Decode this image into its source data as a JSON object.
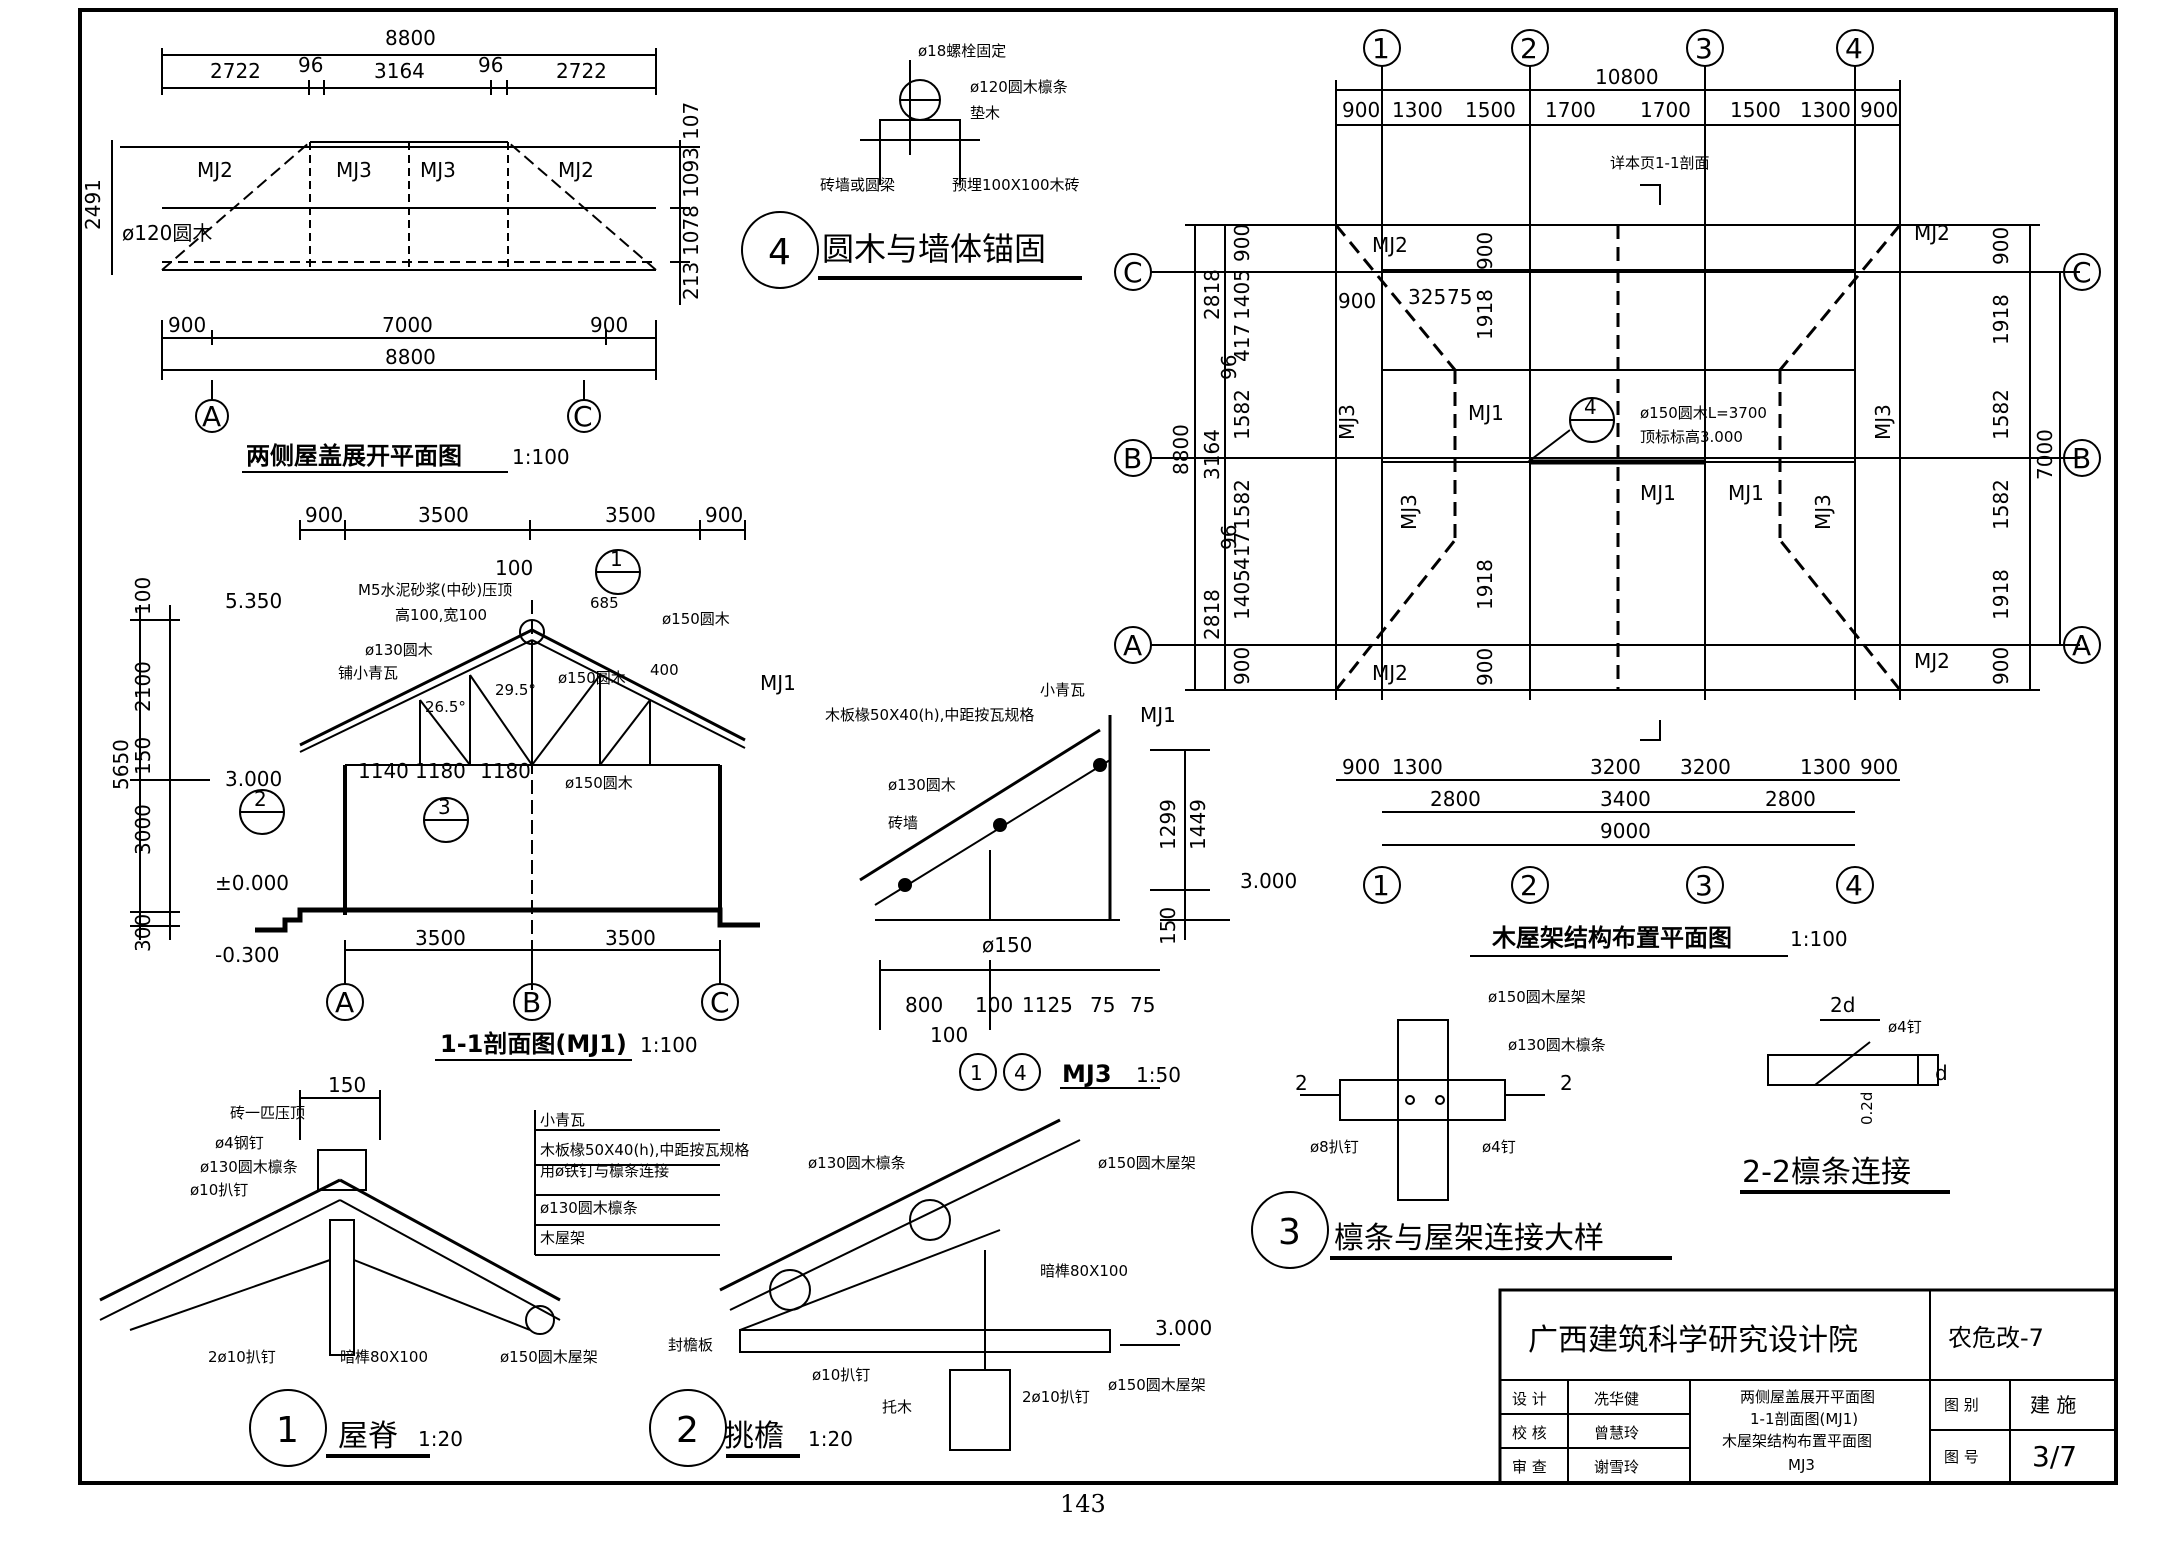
{
  "page_number": "143",
  "plan_top": {
    "dims_top": {
      "total": "8800",
      "a": "2722",
      "b": "96",
      "c": "3164",
      "d": "96",
      "e": "2722"
    },
    "labels": [
      "MJ2",
      "MJ3",
      "MJ3",
      "MJ2"
    ],
    "left_dim": "2491",
    "right_dims": [
      "107",
      "1093",
      "1078",
      "213"
    ],
    "pipe": "ø120圆木",
    "dims_bottom": {
      "a": "900",
      "b": "7000",
      "c": "900",
      "total": "8800"
    },
    "axis_a": "A",
    "axis_c": "C",
    "title": "两侧屋盖展开平面图",
    "scale": "1:100"
  },
  "detail4": {
    "bolt": "ø18螺栓固定",
    "purlin": "ø120圆木檩条",
    "pad": "垫木",
    "wall": "砖墙或圆梁",
    "brick": "预埋100X100木砖",
    "num": "4",
    "title": "圆木与墙体锚固"
  },
  "plan_right": {
    "axis_top": [
      "1",
      "2",
      "3",
      "4"
    ],
    "dim_total": "10800",
    "dims_top": [
      "900",
      "1300",
      "1500",
      "1700",
      "1700",
      "1500",
      "1300",
      "900"
    ],
    "section_ref": "详本页1-1剖面",
    "axis_side": [
      "C",
      "B",
      "A"
    ],
    "left_dims_outer": [
      "2818",
      "3164",
      "2818"
    ],
    "left_total": "8800",
    "left_dims_inner": [
      "900",
      "1405",
      "417",
      "96",
      "1582",
      "1582",
      "96",
      "417",
      "1405",
      "900"
    ],
    "right_dims": [
      "900",
      "1918",
      "1582",
      "1582",
      "1918",
      "900"
    ],
    "right_total": "7000",
    "labels": {
      "mj2": "MJ2",
      "mj3": "MJ3",
      "mj1": "MJ1"
    },
    "inner_dims": [
      "900",
      "325",
      "75",
      "1918",
      "1918",
      "900",
      "900"
    ],
    "pipe": "ø150圆木L=3700",
    "elev": "顶标标高3.000",
    "ref_num": "4",
    "dims_bottom1": [
      "900",
      "1300",
      "3200",
      "3200",
      "1300",
      "900"
    ],
    "dims_bottom2": [
      "2800",
      "3400",
      "2800"
    ],
    "dims_bottom3": "9000",
    "title": "木屋架结构布置平面图",
    "scale": "1:100"
  },
  "section": {
    "dims_top": [
      "900",
      "3500",
      "3500",
      "900"
    ],
    "dim100": "100",
    "note1": "M5水泥砂浆(中砂)压顶",
    "note2": "高100,宽100",
    "levels": [
      "5.350",
      "3.000",
      "±0.000",
      "-0.300"
    ],
    "left_dims": [
      "100",
      "2100",
      "150",
      "3000",
      "300"
    ],
    "left_total": "5650",
    "labels": [
      "ø130圆木",
      "铺小青瓦",
      "ø150圆木",
      "ø150圆木",
      "ø150",
      "ø150圆木"
    ],
    "angles": [
      "26.5°",
      "29.5°"
    ],
    "dim685": "685",
    "dim400": "400",
    "bottom_inner": [
      "1140",
      "1180",
      "1180"
    ],
    "mj1": "MJ1",
    "dims_bottom": [
      "3500",
      "3500"
    ],
    "axis": [
      "A",
      "B",
      "C"
    ],
    "refs": [
      "1",
      "2",
      "3"
    ],
    "title": "1-1剖面图(MJ1)",
    "scale": "1:100"
  },
  "mj3": {
    "tile": "小青瓦",
    "board": "木板椽50X40(h),中距按瓦规格",
    "mj1": "MJ1",
    "purlin": "ø130圆木",
    "wall": "砖墙",
    "pipe": "ø150",
    "dims_right": [
      "1299",
      "1449",
      "150"
    ],
    "level": "3.000",
    "dims_bottom": [
      "800",
      "100",
      "1125",
      "75",
      "75"
    ],
    "dim100": "100",
    "nums": [
      "1",
      "4"
    ],
    "title": "MJ3",
    "scale": "1:50"
  },
  "detail1": {
    "dim150": "150",
    "top": "砖一匹压顶",
    "nail": "ø4钢钉",
    "purlin": "ø130圆木檩条",
    "bolt": "ø10扒钉",
    "legend": [
      "小青瓦",
      "木板椽50X40(h),中距按瓦规格",
      "用ø铁钉与檩条连接",
      "ø130圆木檩条",
      "木屋架"
    ],
    "bottom": [
      "2ø10扒钉",
      "暗榫80X100",
      "ø150圆木屋架"
    ],
    "num": "1",
    "title": "屋脊",
    "scale": "1:20"
  },
  "detail2": {
    "purlin": "ø130圆木檩条",
    "frame": "ø150圆木屋架",
    "tenon": "暗榫80X100",
    "level": "3.000",
    "eave": "封檐板",
    "bolt": "ø10扒钉",
    "bolt2": "2ø10扒钉",
    "frame2": "ø150圆木屋架",
    "support": "托木",
    "num": "2",
    "title": "挑檐",
    "scale": "1:20"
  },
  "detail3": {
    "frame": "ø150圆木屋架",
    "purlin": "ø130圆木檩条",
    "cut": "2",
    "bolt": "ø8扒钉",
    "nail": "ø4钉",
    "num": "3",
    "title": "檩条与屋架连接大样"
  },
  "detail22": {
    "dim2d": "2d",
    "nail": "ø4钉",
    "d": "d",
    "d02": "0.2d",
    "title": "2-2檩条连接"
  },
  "titleblock": {
    "org": "广西建筑科学研究设计院",
    "proj": "农危改-7",
    "roles": [
      "设 计",
      "校 核",
      "审 查"
    ],
    "names": [
      "冼华健",
      "曾慧玲",
      "谢雪玲"
    ],
    "drawings": [
      "两侧屋盖展开平面图",
      "1-1剖面图(MJ1)",
      "木屋架结构布置平面图",
      "MJ3"
    ],
    "cat_label": "图 别",
    "cat_val": "建 施",
    "no_label": "图 号",
    "no_val": "3/7"
  }
}
